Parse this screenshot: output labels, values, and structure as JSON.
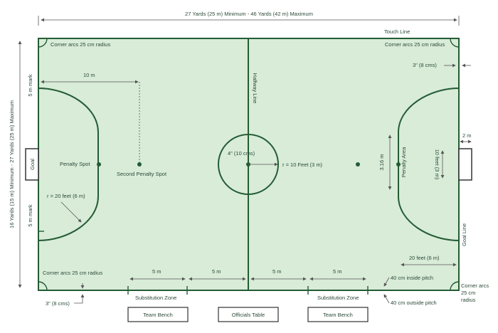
{
  "labels": {
    "top_dimension": "27 Yards (25 m) Minimum - 46 Yards (42 m) Maximum",
    "left_dimension": "16 Yards (15 m) Minimum - 27 Yards (25 m) Maximum",
    "touch_line": "Touch Line",
    "corner_tl": "Corner arcs 25 cm radius",
    "corner_tr": "Corner arcs 25 cm radius",
    "corner_bl": "Corner arcs 25 cm radius",
    "corner_br_1": "Corner arcs",
    "corner_br_2": "25 cm",
    "corner_br_3": "radius",
    "three_inch_top": "3\" (8 cms)",
    "three_inch_bottom": "3\" (8 cms)",
    "ten_m": "10 m",
    "five_m_mark_top": "5 m mark",
    "five_m_mark_bottom": "5 m mark",
    "goal_left": "Goal",
    "penalty_spot": "Penalty Spot",
    "second_penalty_spot": "Second Penalty Spot",
    "radius_left": "r = 20 feet (6 m)",
    "halfway_line": "Halfway Line",
    "center_spot": "4\" (10 cms)",
    "center_radius": "r = 10 Feet (3 m)",
    "three_16": "3.16 m",
    "penalty_area": "Penalty Area",
    "ten_feet": "10 feet (3 m)",
    "two_m": "2 m",
    "goal_line": "Goal Line",
    "twenty_feet": "20 feet (6 m)",
    "forty_inside": "40 cm inside pitch",
    "forty_outside": "40 cm outside pitch",
    "five_m_1": "5 m",
    "five_m_2": "5 m",
    "five_m_3": "5 m",
    "five_m_4": "5 m",
    "sub_zone_left": "Substitution Zone",
    "sub_zone_right": "Substitution Zone",
    "team_bench_left": "Team Bench",
    "officials_table": "Officials Table",
    "team_bench_right": "Team Bench"
  },
  "colors": {
    "pitch": "#d8ecd8",
    "lines": "#245c34",
    "text": "#2c4a38"
  }
}
